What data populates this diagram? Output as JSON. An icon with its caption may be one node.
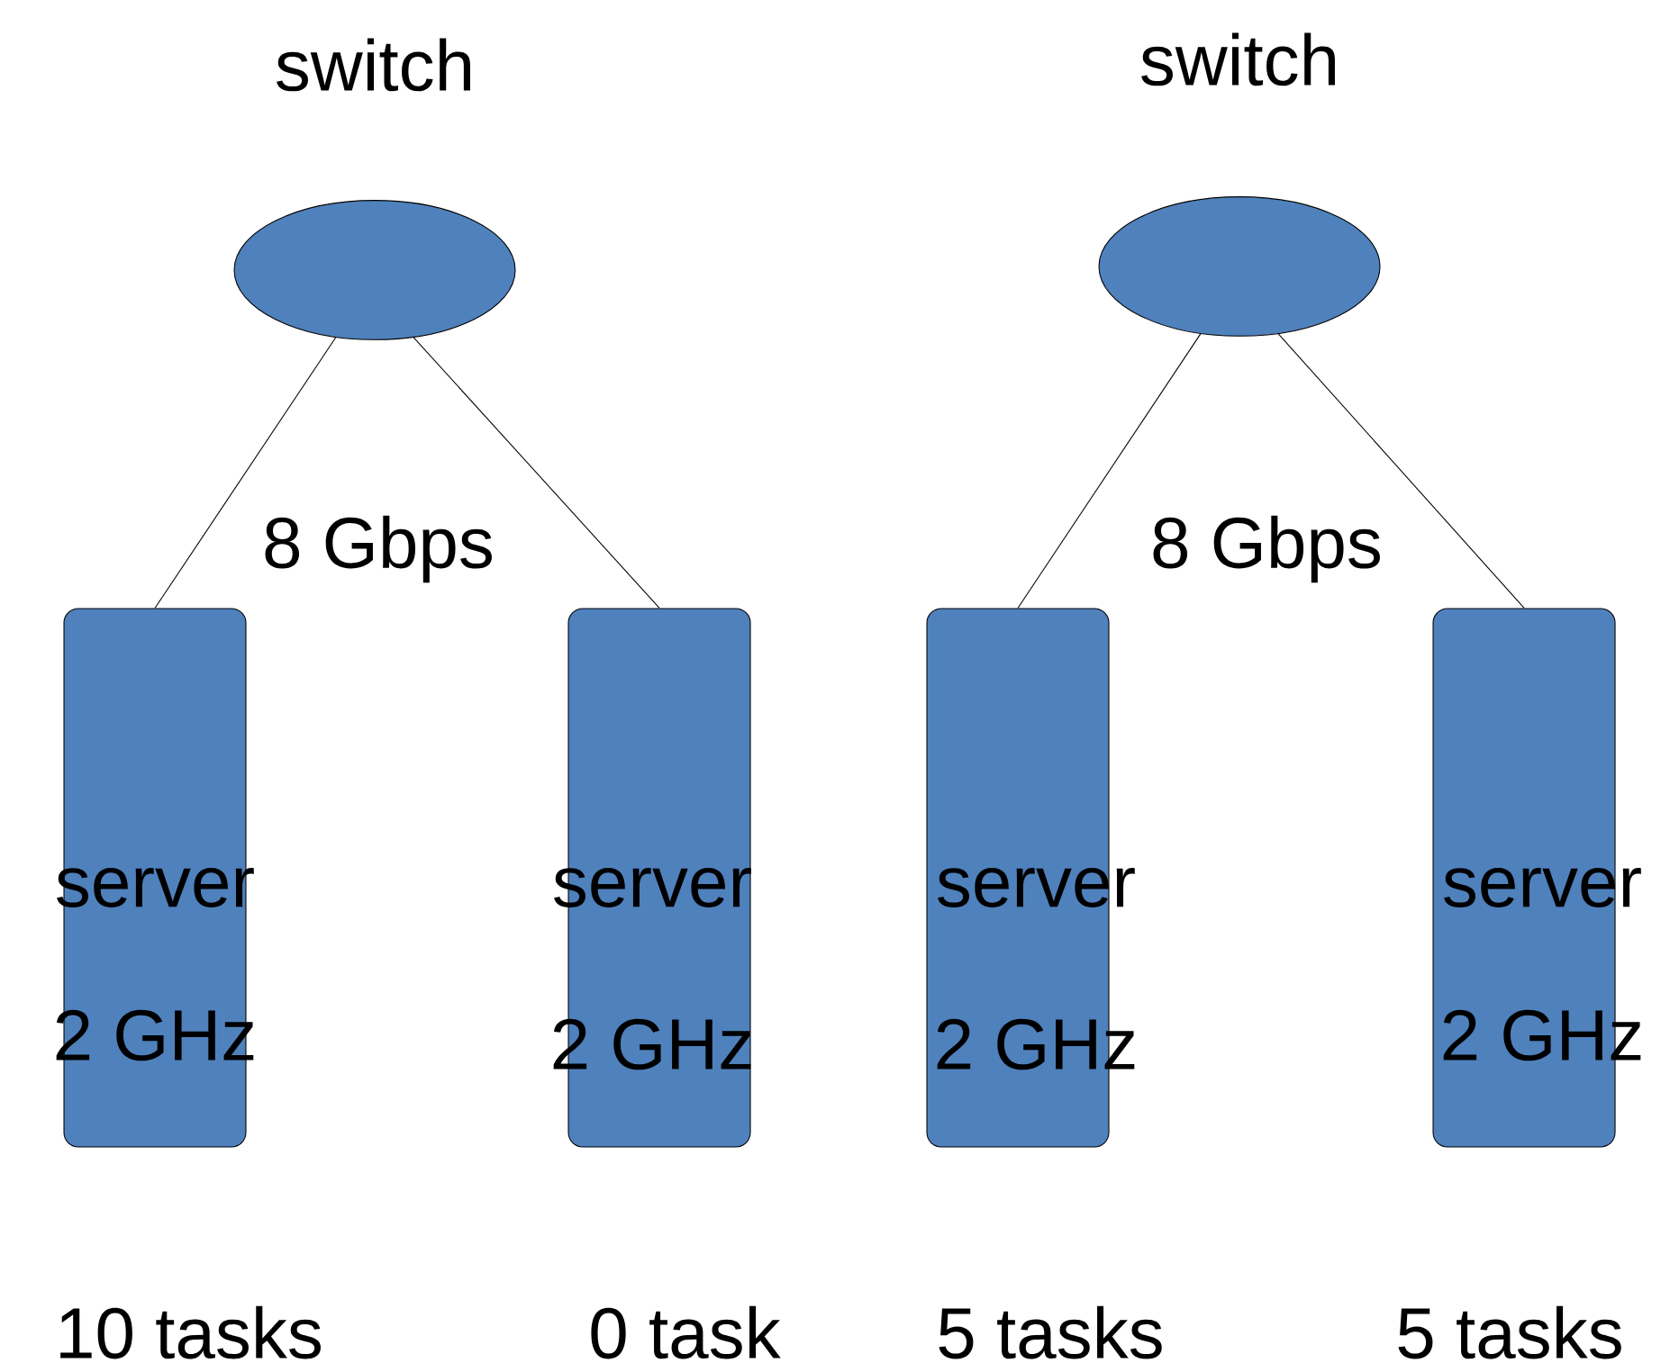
{
  "diagram": {
    "nodes": [
      {
        "text": [
          "switch"
        ]
      },
      {
        "text": [
          "switch"
        ]
      },
      {
        "text": [
          "server",
          "2 GHz"
        ],
        "beside": [
          "10 tasks"
        ]
      },
      {
        "text": [
          "server",
          "2 GHz"
        ],
        "beside": [
          "0 task"
        ]
      },
      {
        "text": [
          "server",
          "2 GHz"
        ],
        "beside": [
          "5 tasks"
        ]
      },
      {
        "text": [
          "server",
          "2 GHz"
        ],
        "beside": [
          "5 tasks"
        ]
      }
    ],
    "edges": [
      {
        "from": 0,
        "to": 2,
        "arrow": "none"
      },
      {
        "from": 0,
        "to": 3,
        "arrow": "none"
      },
      {
        "from": 1,
        "to": 4,
        "arrow": "none"
      },
      {
        "from": 1,
        "to": 5,
        "arrow": "none"
      }
    ],
    "labels": [
      "8 Gbps",
      "8 Gbps"
    ]
  }
}
